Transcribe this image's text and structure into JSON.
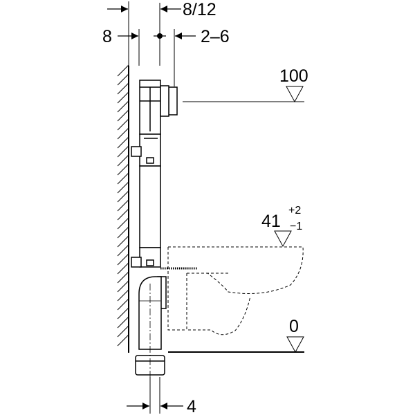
{
  "dimensions": {
    "top_offset": "8/12",
    "wall_gap": "8",
    "valve_offset": "2–6",
    "pipe_offset": "4"
  },
  "levels": {
    "top": "100",
    "seat": "41",
    "seat_tol_plus": "+2",
    "seat_tol_minus": "−1",
    "floor": "0"
  }
}
